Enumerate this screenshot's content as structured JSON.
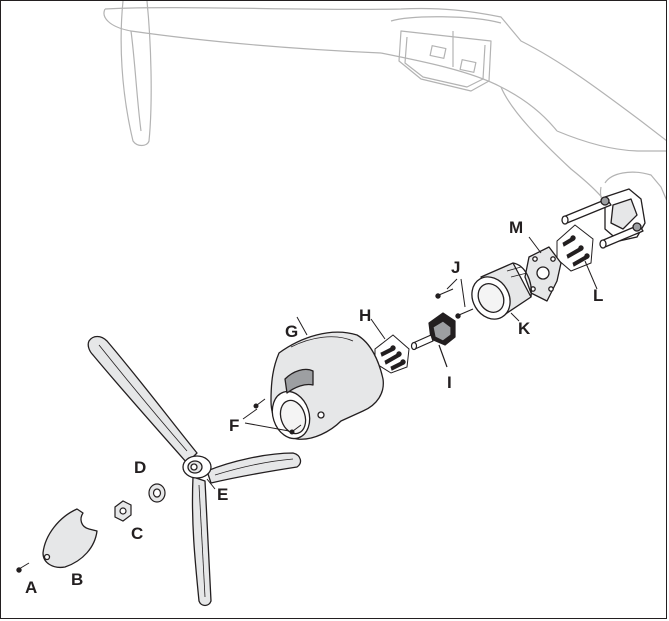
{
  "diagram": {
    "callouts": [
      {
        "id": "A",
        "text": "A"
      },
      {
        "id": "B",
        "text": "B"
      },
      {
        "id": "C",
        "text": "C"
      },
      {
        "id": "D",
        "text": "D"
      },
      {
        "id": "E",
        "text": "E"
      },
      {
        "id": "F",
        "text": "F"
      },
      {
        "id": "G",
        "text": "G"
      },
      {
        "id": "H",
        "text": "H"
      },
      {
        "id": "I",
        "text": "I"
      },
      {
        "id": "J",
        "text": "J"
      },
      {
        "id": "K",
        "text": "K"
      },
      {
        "id": "L",
        "text": "L"
      },
      {
        "id": "M",
        "text": "M"
      }
    ],
    "colors": {
      "line": "#231f20",
      "aircraft_outline": "#b3b3b3",
      "part_fill": "#e6e7e8",
      "part_dark": "#9d9fa2",
      "background": "#ffffff"
    }
  }
}
